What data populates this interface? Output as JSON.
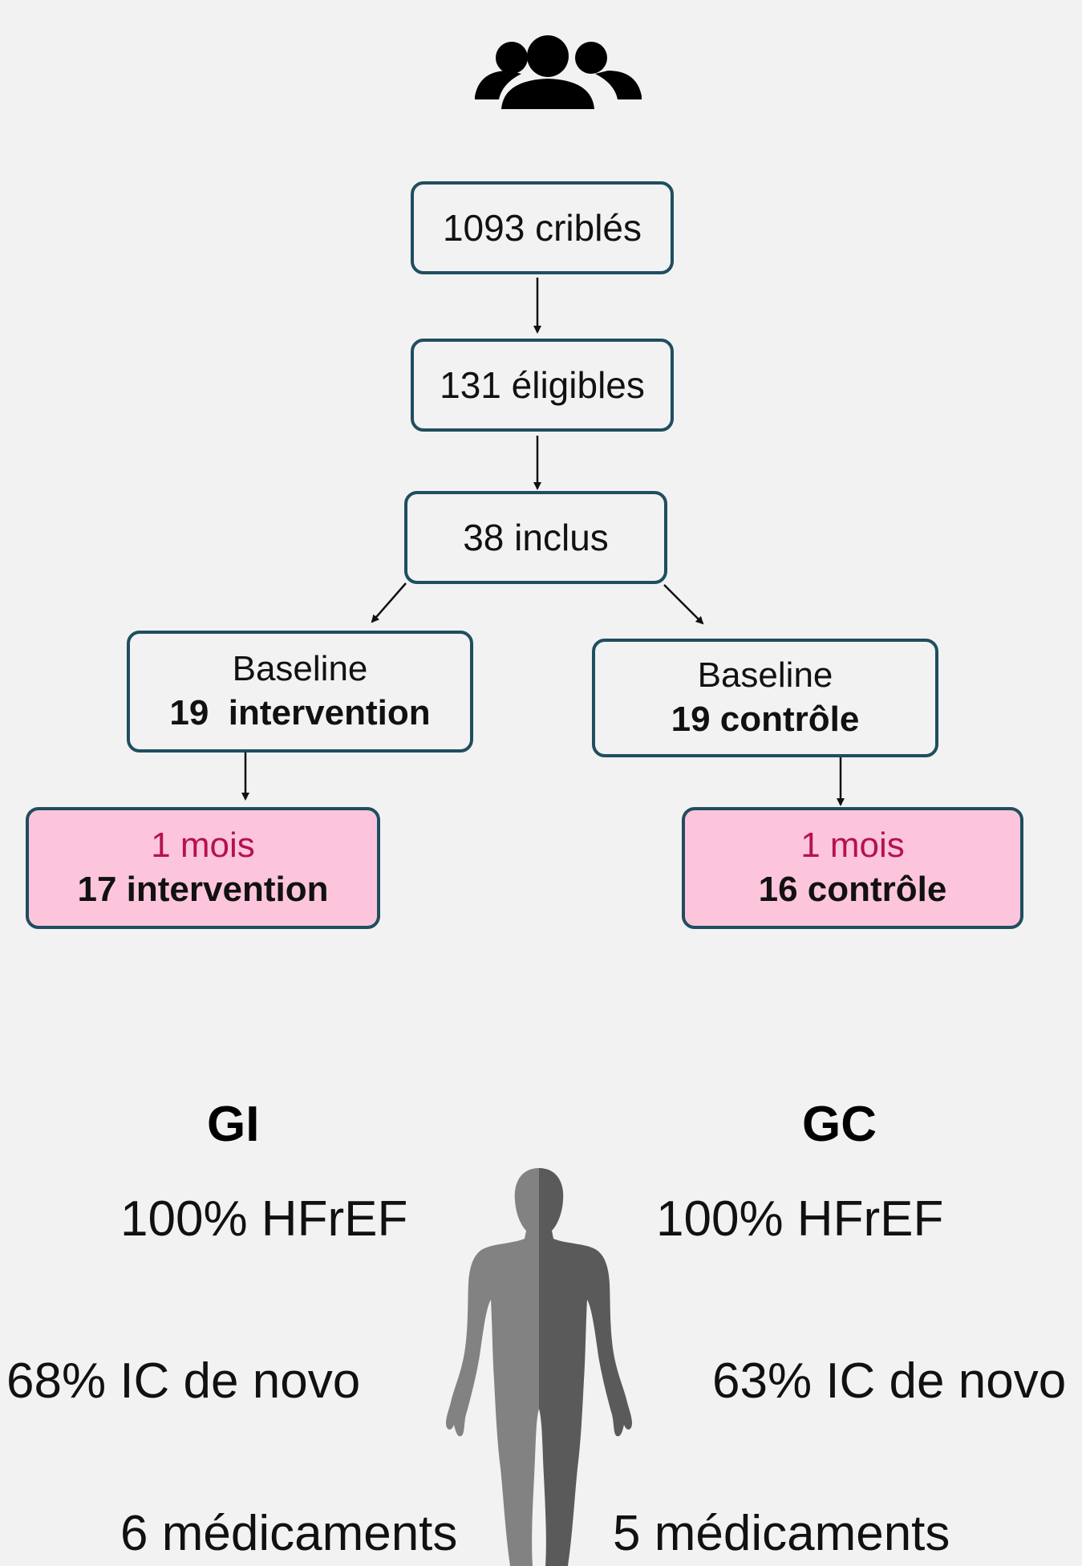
{
  "flow": {
    "screened": "1093 criblés",
    "eligible": "131 éligibles",
    "included": "38 inclus",
    "left_baseline_label": "Baseline",
    "left_baseline_value": "19  intervention",
    "right_baseline_label": "Baseline",
    "right_baseline_value": "19 contrôle",
    "left_followup_label": "1 mois",
    "left_followup_value": "17 intervention",
    "right_followup_label": "1 mois",
    "right_followup_value": "16 contrôle"
  },
  "groups": {
    "left": {
      "title": "GI",
      "stat1": "100% HFrEF",
      "stat2": "68% IC de novo",
      "stat3": "6 médicaments"
    },
    "right": {
      "title": "GC",
      "stat1": "100% HFrEF",
      "stat2": "63% IC de novo",
      "stat3": "5 médicaments"
    }
  },
  "icons": {
    "top": "people-group-icon",
    "center": "human-body-silhouette-icon"
  },
  "colors": {
    "box_border": "#1f4e5f",
    "followup_fill": "#fcc5dc",
    "followup_label": "#b5124e"
  }
}
